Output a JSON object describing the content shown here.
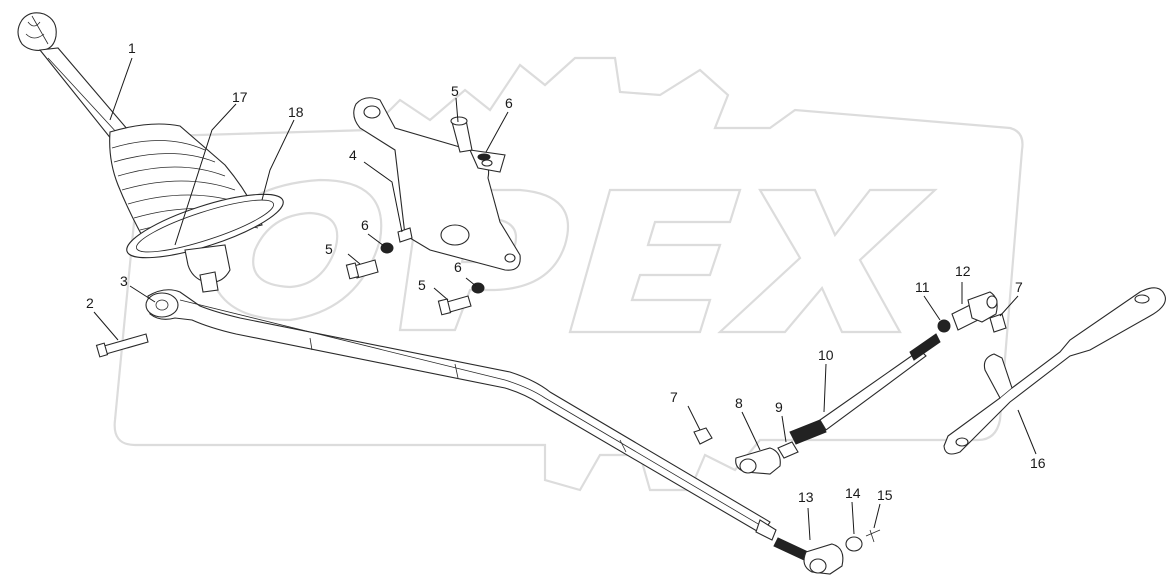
{
  "diagram": {
    "watermark_text": "OPEX",
    "callouts": [
      "1",
      "2",
      "3",
      "4",
      "5",
      "6",
      "7",
      "8",
      "9",
      "10",
      "11",
      "12",
      "13",
      "14",
      "15",
      "16",
      "17",
      "18"
    ],
    "colors": {
      "line": "#2a2a2a",
      "watermark": "#dcdcdc",
      "background": "#ffffff"
    }
  }
}
